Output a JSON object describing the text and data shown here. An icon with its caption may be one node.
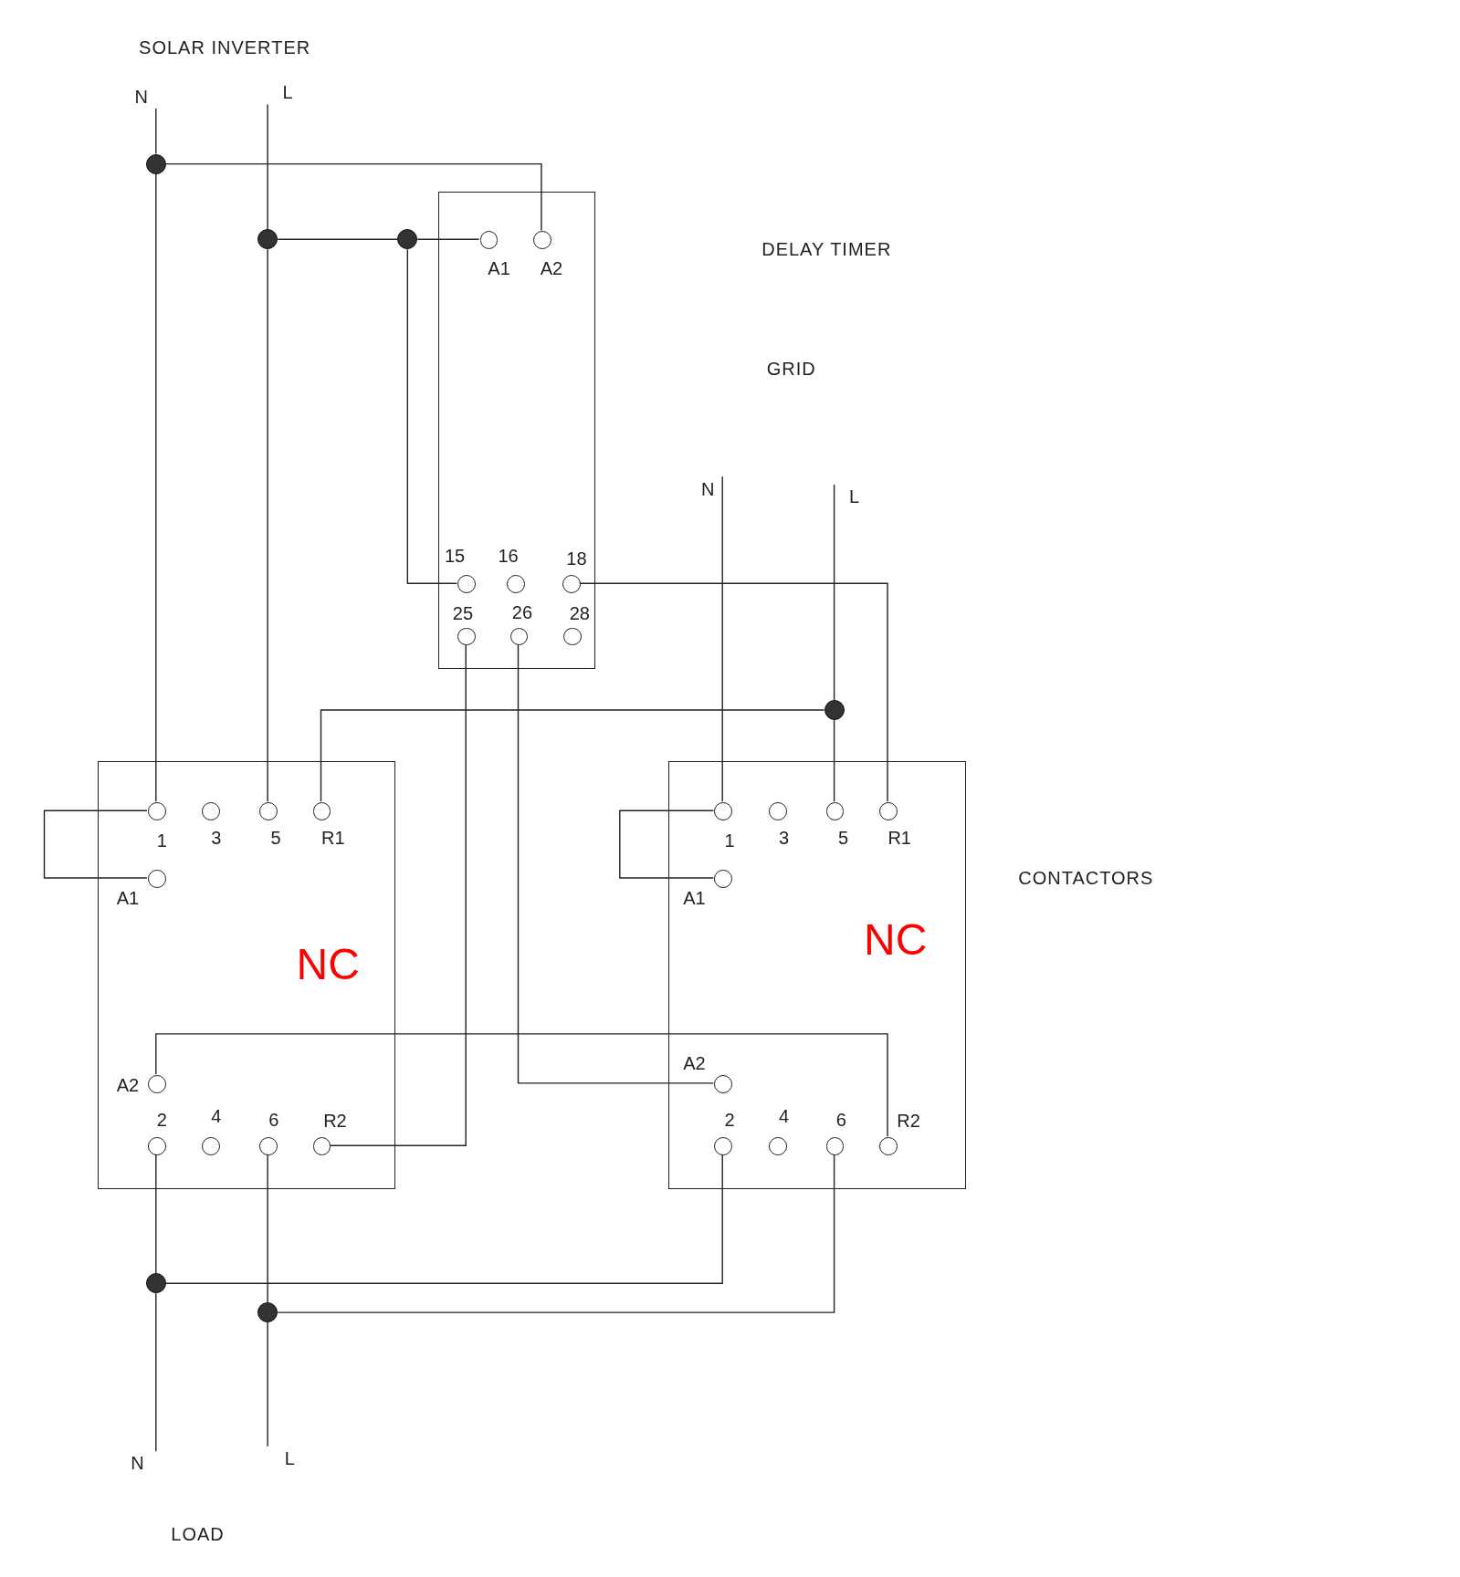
{
  "diagram": {
    "nodes": [
      {
        "text": [
          "N"
        ]
      },
      {
        "text": [
          "L"
        ]
      },
      {
        "text": [],
        "shape": "dot"
      },
      {
        "text": [],
        "shape": "dot"
      },
      {
        "text": [],
        "shape": "dot"
      },
      {
        "text": [],
        "shape": "box"
      },
      {
        "text": [],
        "shape": "circle",
        "in": 5,
        "beside": [
          "A1"
        ]
      },
      {
        "text": [],
        "shape": "circle",
        "in": 5,
        "beside": [
          "A2"
        ]
      },
      {
        "text": [],
        "shape": "circle",
        "in": 5,
        "beside": [
          "15"
        ]
      },
      {
        "text": [],
        "shape": "circle",
        "in": 5,
        "beside": [
          "16"
        ]
      },
      {
        "text": [],
        "shape": "circle",
        "in": 5,
        "beside": [
          "18"
        ]
      },
      {
        "text": [],
        "shape": "circle",
        "in": 5,
        "beside": [
          "25"
        ]
      },
      {
        "text": [],
        "shape": "circle",
        "in": 5,
        "beside": [
          "26"
        ]
      },
      {
        "text": [],
        "shape": "circle",
        "in": 5,
        "beside": [
          "28"
        ]
      },
      {
        "text": [
          "N"
        ]
      },
      {
        "text": [
          "L"
        ]
      },
      {
        "text": [],
        "shape": "dot"
      },
      {
        "text": [
          "NC"
        ]
      },
      {
        "text": [],
        "shape": "circle",
        "in": 17,
        "beside": [
          "1"
        ]
      },
      {
        "text": [],
        "shape": "circle",
        "in": 17,
        "beside": [
          "3"
        ]
      },
      {
        "text": [],
        "shape": "circle",
        "in": 17,
        "beside": [
          "5"
        ]
      },
      {
        "text": [],
        "shape": "circle",
        "in": 17,
        "beside": [
          "R1"
        ]
      },
      {
        "text": [],
        "shape": "circle",
        "in": 17,
        "beside": [
          "A1"
        ]
      },
      {
        "text": [],
        "shape": "circle",
        "in": 17,
        "beside": [
          "A2"
        ]
      },
      {
        "text": [],
        "shape": "circle",
        "in": 17,
        "beside": [
          "2"
        ]
      },
      {
        "text": [],
        "shape": "circle",
        "in": 17,
        "beside": [
          "4"
        ]
      },
      {
        "text": [],
        "shape": "circle",
        "in": 17,
        "beside": [
          "6"
        ]
      },
      {
        "text": [],
        "shape": "circle",
        "in": 17,
        "beside": [
          "R2"
        ]
      },
      {
        "text": [
          "NC"
        ]
      },
      {
        "text": [],
        "shape": "circle",
        "in": 28,
        "beside": [
          "1"
        ]
      },
      {
        "text": [],
        "shape": "circle",
        "in": 28,
        "beside": [
          "3"
        ]
      },
      {
        "text": [],
        "shape": "circle",
        "in": 28,
        "beside": [
          "5"
        ]
      },
      {
        "text": [],
        "shape": "circle",
        "in": 28,
        "beside": [
          "R1"
        ]
      },
      {
        "text": [],
        "shape": "circle",
        "in": 28,
        "beside": [
          "A1"
        ]
      },
      {
        "text": [],
        "shape": "circle",
        "in": 28,
        "beside": [
          "A2"
        ]
      },
      {
        "text": [],
        "shape": "circle",
        "in": 28,
        "beside": [
          "2"
        ]
      },
      {
        "text": [],
        "shape": "circle",
        "in": 28,
        "beside": [
          "4"
        ]
      },
      {
        "text": [],
        "shape": "circle",
        "in": 28,
        "beside": [
          "6"
        ]
      },
      {
        "text": [],
        "shape": "circle",
        "in": 28,
        "beside": [
          "R2"
        ]
      },
      {
        "text": [],
        "shape": "dot"
      },
      {
        "text": [],
        "shape": "dot"
      },
      {
        "text": [
          "N"
        ]
      },
      {
        "text": [
          "L"
        ]
      }
    ],
    "edges": [
      {
        "from": 0,
        "to": 2,
        "arrow": "none"
      },
      {
        "from": 2,
        "to": 18,
        "arrow": "none"
      },
      {
        "from": 2,
        "to": 7,
        "arrow": "none"
      },
      {
        "from": 1,
        "to": 3,
        "arrow": "none"
      },
      {
        "from": 3,
        "to": 20,
        "arrow": "none"
      },
      {
        "from": 3,
        "to": 4,
        "arrow": "none"
      },
      {
        "from": 4,
        "to": 6,
        "arrow": "none"
      },
      {
        "from": 4,
        "to": 8,
        "arrow": "none"
      },
      {
        "from": 10,
        "to": 32,
        "arrow": "none"
      },
      {
        "from": 14,
        "to": 29,
        "arrow": "none"
      },
      {
        "from": 15,
        "to": 16,
        "arrow": "none"
      },
      {
        "from": 16,
        "to": 31,
        "arrow": "none"
      },
      {
        "from": 16,
        "to": 21,
        "arrow": "none"
      },
      {
        "from": 11,
        "to": 27,
        "arrow": "none"
      },
      {
        "from": 12,
        "to": 34,
        "arrow": "none"
      },
      {
        "from": 23,
        "to": 38,
        "arrow": "none"
      },
      {
        "from": 18,
        "to": 22,
        "arrow": "none"
      },
      {
        "from": 29,
        "to": 33,
        "arrow": "none"
      },
      {
        "from": 24,
        "to": 39,
        "arrow": "none"
      },
      {
        "from": 39,
        "to": 41,
        "arrow": "none"
      },
      {
        "from": 39,
        "to": 35,
        "arrow": "none"
      },
      {
        "from": 26,
        "to": 40,
        "arrow": "none"
      },
      {
        "from": 40,
        "to": 42,
        "arrow": "none"
      },
      {
        "from": 40,
        "to": 37,
        "arrow": "none"
      }
    ],
    "labels": [
      "SOLAR INVERTER",
      "DELAY TIMER",
      "GRID",
      "CONTACTORS",
      "LOAD"
    ]
  }
}
